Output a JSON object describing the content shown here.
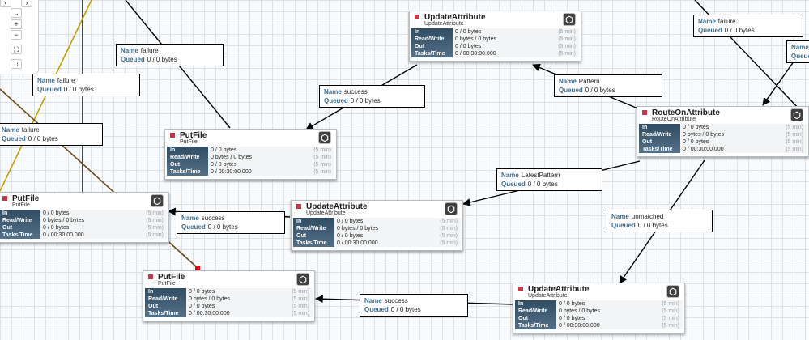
{
  "canvas": {
    "wire_color": "#000000",
    "accent_wire": "#6b4a1c",
    "stop_color": "#c7364b"
  },
  "zoom_controls": {
    "items": [
      {
        "name": "pan-left-icon",
        "glyph": "‹"
      },
      {
        "name": "pan-right-icon",
        "glyph": "›"
      },
      {
        "name": "chevron-down-icon",
        "glyph": "⌄"
      },
      {
        "name": "zoom-in-icon",
        "glyph": "+"
      },
      {
        "name": "zoom-out-icon",
        "glyph": "−"
      },
      {
        "name": "fit-icon",
        "glyph": "⛶"
      },
      {
        "name": "actual-size-icon",
        "glyph": "⁝⁝"
      }
    ]
  },
  "processors": {
    "update_top": {
      "name": "UpdateAttribute",
      "type": "UpdateAttribute",
      "in": "0 / 0 bytes",
      "rw": "0 bytes / 0 bytes",
      "out": "0 / 0 bytes",
      "tasks": "0 / 00:30:00.000"
    },
    "route": {
      "name": "RouteOnAttribute",
      "type": "RouteOnAttribute",
      "in": "0 / 0 bytes",
      "rw": "0 bytes / 0 bytes",
      "out": "0 / 0 bytes",
      "tasks": "0 / 00:30:00.000"
    },
    "putfile_mid": {
      "name": "PutFile",
      "type": "PutFile",
      "in": "0 / 0 bytes",
      "rw": "0 bytes / 0 bytes",
      "out": "0 / 0 bytes",
      "tasks": "0 / 00:30:00.000"
    },
    "putfile_left": {
      "name": "PutFile",
      "type": "PutFile",
      "in": "0 / 0 bytes",
      "rw": "0 bytes / 0 bytes",
      "out": "0 / 0 bytes",
      "tasks": "0 / 00:30:00.000"
    },
    "update_mid": {
      "name": "UpdateAttribute",
      "type": "UpdateAttribute",
      "in": "0 / 0 bytes",
      "rw": "0 bytes / 0 bytes",
      "out": "0 / 0 bytes",
      "tasks": "0 / 00:30:00.000"
    },
    "putfile_bottom": {
      "name": "PutFile",
      "type": "PutFile",
      "in": "0 / 0 bytes",
      "rw": "0 bytes / 0 bytes",
      "out": "0 / 0 bytes",
      "tasks": "0 / 00:30:00.000"
    },
    "update_bottom": {
      "name": "UpdateAttribute",
      "type": "UpdateAttribute",
      "in": "0 / 0 bytes",
      "rw": "0 bytes / 0 bytes",
      "out": "0 / 0 bytes",
      "tasks": "0 / 00:30:00.000"
    }
  },
  "stat_labels": {
    "in": "In",
    "rw": "Read/Write",
    "out": "Out",
    "tasks": "Tasks/Time",
    "window": "(5 min)"
  },
  "conn_keys": {
    "name": "Name",
    "queued": "Queued"
  },
  "connections": {
    "failure_a": {
      "name": "failure",
      "queued": "0 / 0 bytes"
    },
    "failure_b": {
      "name": "failure",
      "queued": "0 / 0 bytes"
    },
    "failure_c": {
      "name": "failure",
      "queued": "0 / 0 bytes"
    },
    "failure_d": {
      "name": "failure",
      "queued": "0 / 0 bytes"
    },
    "success_a": {
      "name": "success",
      "queued": "0 / 0 bytes"
    },
    "pattern": {
      "name": "Pattern",
      "queued": "0 / 0 bytes"
    },
    "latest": {
      "name": "LatestPattern",
      "queued": "0 / 0 bytes"
    },
    "success_b": {
      "name": "success",
      "queued": "0 / 0 bytes"
    },
    "unmatched": {
      "name": "unmatched",
      "queued": "0 / 0 bytes"
    },
    "success_c": {
      "name": "success",
      "queued": "0 / 0 bytes"
    }
  }
}
